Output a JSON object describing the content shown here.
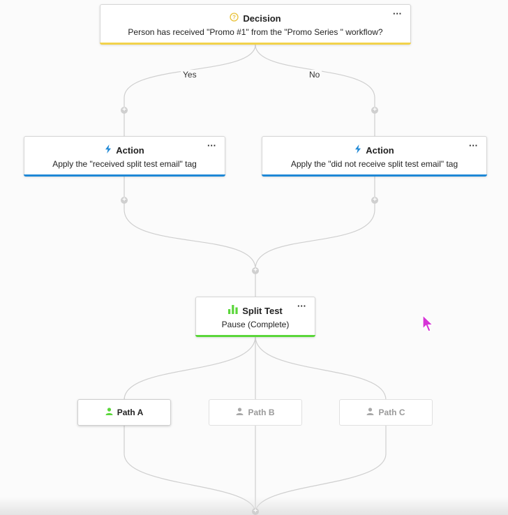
{
  "decision": {
    "title": "Decision",
    "description": "Person has received \"Promo #1\" from the \"Promo Series \" workflow?",
    "more": "···",
    "icon": "question-circle-icon",
    "accent": "#f2d24b"
  },
  "branches": {
    "yes_label": "Yes",
    "no_label": "No"
  },
  "actions": [
    {
      "title": "Action",
      "description": "Apply the \"received split test email\" tag",
      "more": "···",
      "icon": "lightning-bolt-icon"
    },
    {
      "title": "Action",
      "description": "Apply the \"did not receive split test email\" tag",
      "more": "···",
      "icon": "lightning-bolt-icon"
    }
  ],
  "action_accent": "#1e88d6",
  "split_test": {
    "title": "Split Test",
    "description": "Pause (Complete)",
    "more": "···",
    "icon": "bar-chart-icon",
    "accent": "#5ad63a"
  },
  "paths": [
    {
      "label": "Path A",
      "active": true,
      "icon": "person-icon",
      "icon_color": "#5ad63a"
    },
    {
      "label": "Path B",
      "active": false,
      "icon": "person-icon",
      "icon_color": "#a8a8a8"
    },
    {
      "label": "Path C",
      "active": false,
      "icon": "person-icon",
      "icon_color": "#a8a8a8"
    }
  ],
  "plus_symbol": "+",
  "connector_color": "#cfcfcf",
  "cursor_color": "#d633d6"
}
